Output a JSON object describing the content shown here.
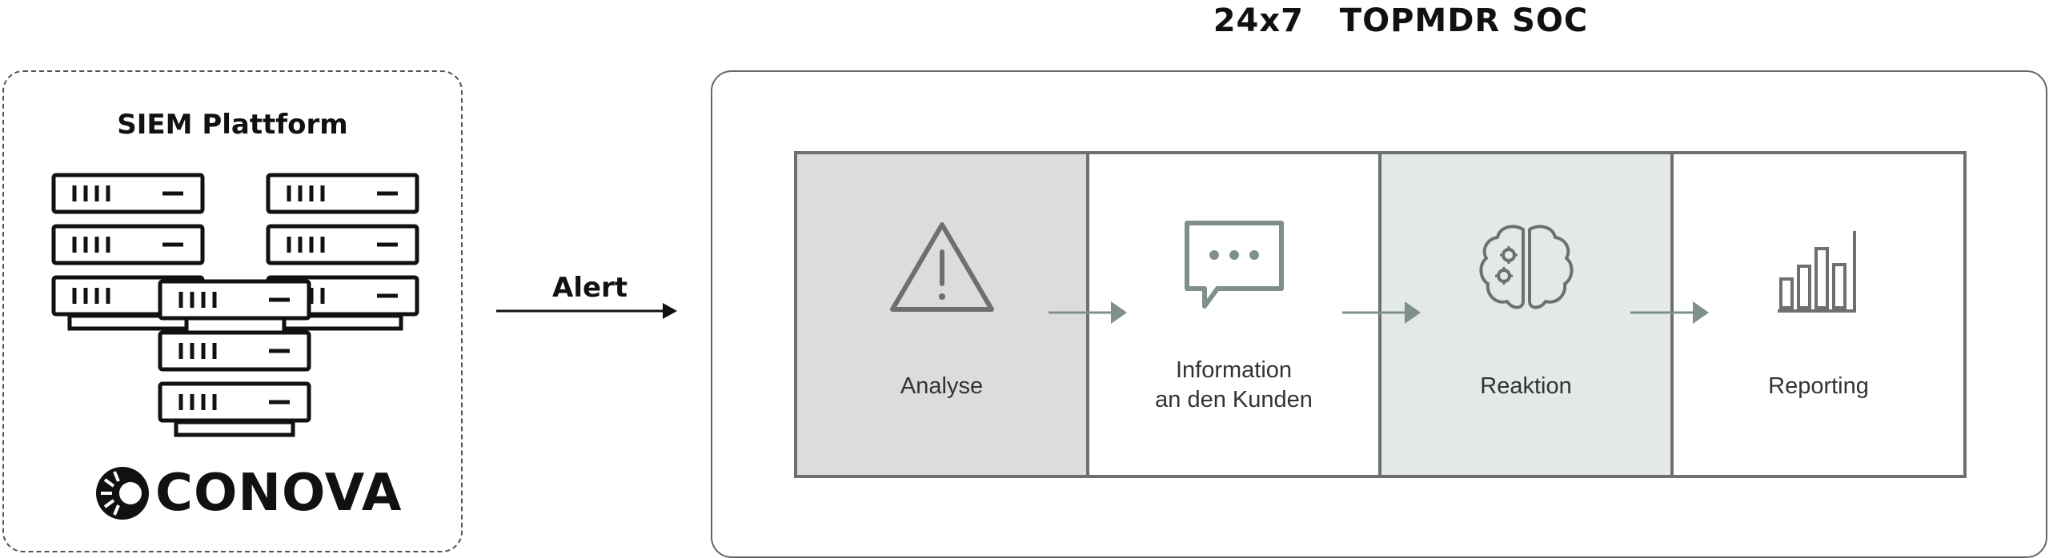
{
  "siem": {
    "title": "SIEM Plattform",
    "logo_text": "CONOVA"
  },
  "alert": {
    "label": "Alert"
  },
  "soc": {
    "title": "24x7   TOPMDR SOC",
    "steps": [
      {
        "label": "Analyse",
        "icon": "warning-triangle-icon",
        "fill": "#dcdcdc"
      },
      {
        "label_line1": "Information",
        "label_line2": "an den Kunden",
        "icon": "chat-bubble-icon",
        "fill": "#ffffff"
      },
      {
        "label": "Reaktion",
        "icon": "brain-gears-icon",
        "fill": "#e2e9e6"
      },
      {
        "label": "Reporting",
        "icon": "bar-chart-icon",
        "fill": "#ffffff"
      }
    ],
    "arrow_color": "#7f908c"
  }
}
